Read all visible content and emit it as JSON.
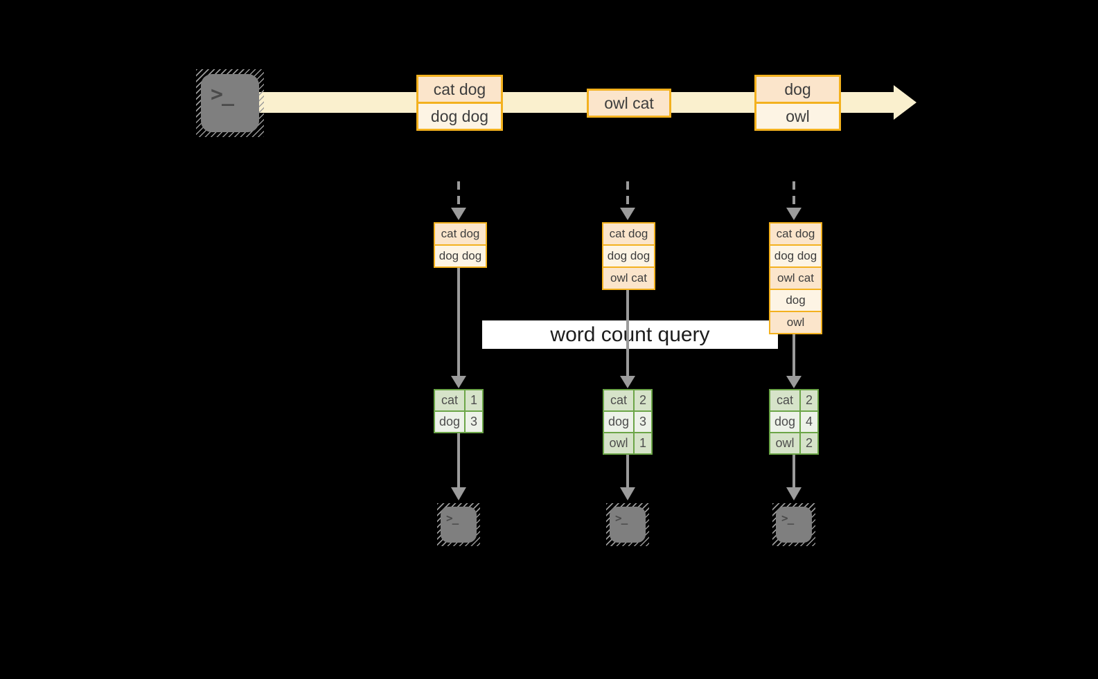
{
  "diagram": {
    "query_label": "word count query",
    "source": {
      "icon": "terminal-icon",
      "glyph": ">_"
    },
    "stream_events": [
      {
        "rows": [
          "cat dog",
          "dog dog"
        ]
      },
      {
        "rows": [
          "owl cat"
        ]
      },
      {
        "rows": [
          "dog",
          "owl"
        ]
      }
    ],
    "snapshots": [
      {
        "buffer_rows": [
          "cat dog",
          "dog dog"
        ],
        "counts": [
          {
            "word": "cat",
            "count": "1"
          },
          {
            "word": "dog",
            "count": "3"
          }
        ],
        "sink": {
          "icon": "terminal-icon",
          "glyph": ">_"
        }
      },
      {
        "buffer_rows": [
          "cat dog",
          "dog dog",
          "owl cat"
        ],
        "counts": [
          {
            "word": "cat",
            "count": "2"
          },
          {
            "word": "dog",
            "count": "3"
          },
          {
            "word": "owl",
            "count": "1"
          }
        ],
        "sink": {
          "icon": "terminal-icon",
          "glyph": ">_"
        }
      },
      {
        "buffer_rows": [
          "cat dog",
          "dog dog",
          "owl cat",
          "dog",
          "owl"
        ],
        "counts": [
          {
            "word": "cat",
            "count": "2"
          },
          {
            "word": "dog",
            "count": "4"
          },
          {
            "word": "owl",
            "count": "2"
          }
        ],
        "sink": {
          "icon": "terminal-icon",
          "glyph": ">_"
        }
      }
    ],
    "colors": {
      "background": "#000000",
      "stream_arrow": "#FAF0CE",
      "event_border": "#F3B11E",
      "event_fill_dark": "#FBE5CB",
      "event_fill_light": "#FDF4E4",
      "count_border": "#6BA547",
      "count_fill_dark": "#D6E3C9",
      "count_fill_light": "#EDF2E9",
      "connector_gray": "#9B9B9B",
      "terminal_gray": "#7F7F7F",
      "query_band_bg": "#FFFFFF"
    }
  }
}
